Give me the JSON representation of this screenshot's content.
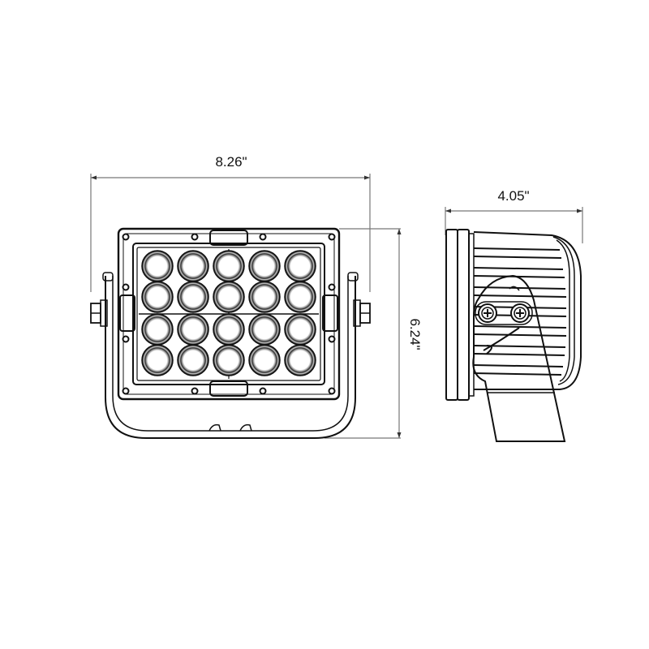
{
  "diagram": {
    "type": "technical-dimension-drawing",
    "subject": "rectangular LED work light with mounting bracket",
    "views": [
      {
        "name": "front-view",
        "led_grid": {
          "columns": 5,
          "rows": 4,
          "count": 20
        },
        "dimensions": {
          "width": {
            "label": "8.26\"",
            "value": 8.26,
            "unit": "in"
          },
          "height": {
            "label": "6.24\"",
            "value": 6.24,
            "unit": "in"
          }
        }
      },
      {
        "name": "side-view",
        "bracket_bolts": 2,
        "dimensions": {
          "depth": {
            "label": "4.05\"",
            "value": 4.05,
            "unit": "in"
          }
        }
      }
    ]
  },
  "labels": {
    "width": "8.26\"",
    "height": "6.24\"",
    "depth": "4.05\""
  },
  "colors": {
    "line": "#111111",
    "dimension_line": "#777777",
    "background": "#ffffff"
  }
}
